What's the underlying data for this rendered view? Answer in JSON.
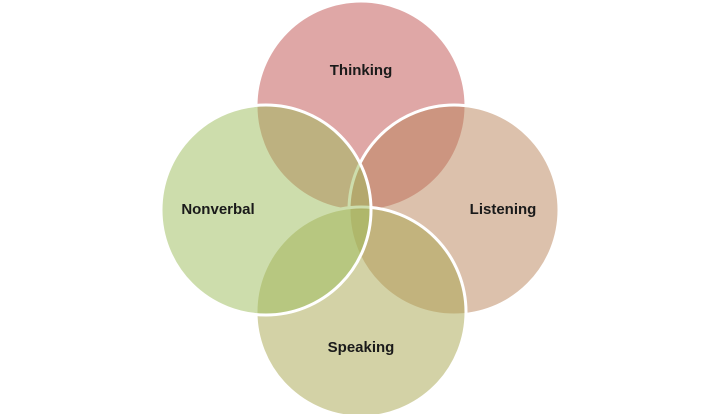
{
  "diagram": {
    "type": "venn",
    "circles": [
      {
        "id": "thinking",
        "label": "Thinking",
        "color": "#C0504D"
      },
      {
        "id": "listening",
        "label": "Listening",
        "color": "#B9835A"
      },
      {
        "id": "speaking",
        "label": "Speaking",
        "color": "#A8A64E"
      },
      {
        "id": "nonverbal",
        "label": "Nonverbal",
        "color": "#9BBB59"
      }
    ],
    "fill_opacity": 0.5
  }
}
